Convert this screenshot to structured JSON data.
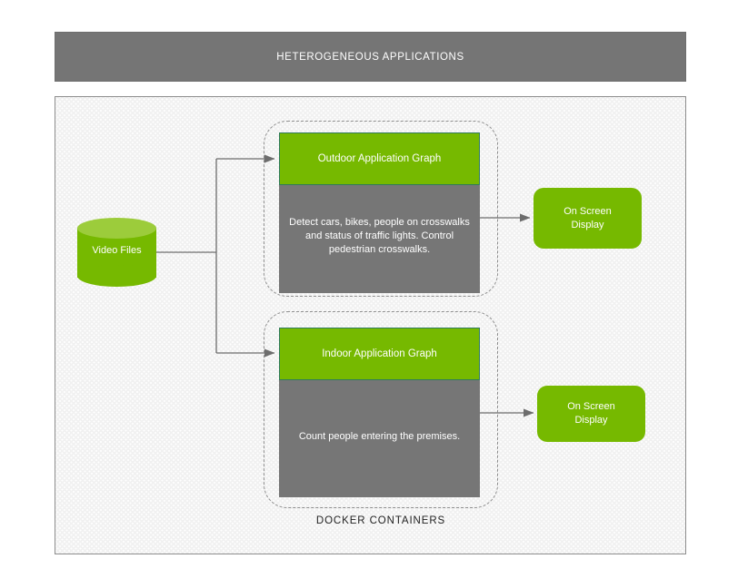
{
  "header": {
    "title": "HETEROGENEOUS APPLICATIONS"
  },
  "datastore": {
    "label": "Video Files",
    "shape": "cylinder",
    "color": "#76b900",
    "top_color": "#9ccc3b"
  },
  "docker": {
    "label": "DOCKER CONTAINERS",
    "containers": [
      {
        "id": "outdoor",
        "head_label": "Outdoor Application Graph",
        "body_text": "Detect cars, bikes, people on crosswalks and status of traffic lights. Control pedestrian crosswalks.",
        "head_color": "#76b900",
        "body_color": "#767676"
      },
      {
        "id": "indoor",
        "head_label": "Indoor Application Graph",
        "body_text": "Count people entering the premises.",
        "head_color": "#76b900",
        "body_color": "#767676"
      }
    ]
  },
  "outputs": [
    {
      "id": "osd-outdoor",
      "label": "On Screen\nDisplay",
      "line1": "On Screen",
      "line2": "Display",
      "color": "#76b900"
    },
    {
      "id": "osd-indoor",
      "label": "On Screen\nDisplay",
      "line1": "On Screen",
      "line2": "Display",
      "color": "#76b900"
    }
  ],
  "colors": {
    "brand_green": "#76b900",
    "light_green": "#9ccc3b",
    "header_gray": "#757575",
    "body_gray": "#767676",
    "panel_bg": "#f1f1f1",
    "connector": "#6d6d6d",
    "dashed_border": "#8e8e8e"
  },
  "connectors": [
    {
      "from": "Video Files",
      "to": "Outdoor Application Graph"
    },
    {
      "from": "Video Files",
      "to": "Indoor Application Graph"
    },
    {
      "from": "Outdoor Application Graph",
      "to": "On Screen Display"
    },
    {
      "from": "Indoor Application Graph",
      "to": "On Screen Display"
    }
  ]
}
